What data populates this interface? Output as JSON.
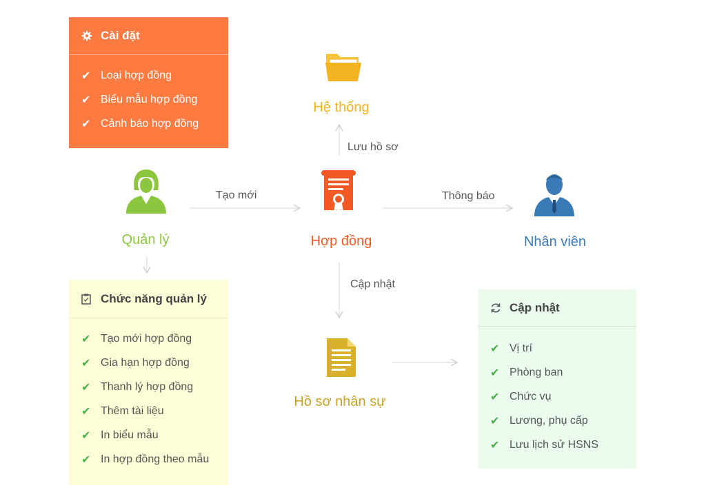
{
  "settings": {
    "title": "Cài đặt",
    "icon": "gear-icon",
    "items": [
      "Loại hợp đồng",
      "Biểu mẫu hợp đồng",
      "Cảnh báo hợp đồng"
    ]
  },
  "management": {
    "title": "Chức năng quản lý",
    "icon": "clipboard-icon",
    "items": [
      "Tạo mới hợp đồng",
      "Gia hạn hợp đồng",
      "Thanh lý hợp đồng",
      "Thêm tài liệu",
      "In biểu mẫu",
      "In hợp đồng theo mẫu"
    ]
  },
  "update_box": {
    "title": "Cập nhật",
    "icon": "refresh-icon",
    "items": [
      "Vị trí",
      "Phòng ban",
      "Chức vụ",
      "Lương, phụ cấp",
      "Lưu lịch sử HSNS"
    ]
  },
  "nodes": {
    "manager": {
      "label": "Quản lý",
      "icon": "manager-woman-icon",
      "color": "#8cc63f"
    },
    "contract": {
      "label": "Hợp đồng",
      "icon": "contract-certificate-icon",
      "color": "#f15a24"
    },
    "employee": {
      "label": "Nhân viên",
      "icon": "employee-man-icon",
      "color": "#3a7ab7"
    },
    "system": {
      "label": "Hệ thống",
      "icon": "folder-icon",
      "color": "#f2b320"
    },
    "hr_records": {
      "label": "Hồ sơ nhân sự",
      "icon": "document-icon",
      "color": "#c9a326"
    }
  },
  "edges": {
    "create_new": "Tạo mới",
    "notify": "Thông báo",
    "save_record": "Lưu hồ sơ",
    "update": "Cập nhật"
  },
  "colors": {
    "orange_box": "#fd7a40",
    "yellow_box": "#fdfdd8",
    "mint_box": "#ebfcef",
    "check_green": "#4cae4c",
    "arrow": "#dadada"
  }
}
